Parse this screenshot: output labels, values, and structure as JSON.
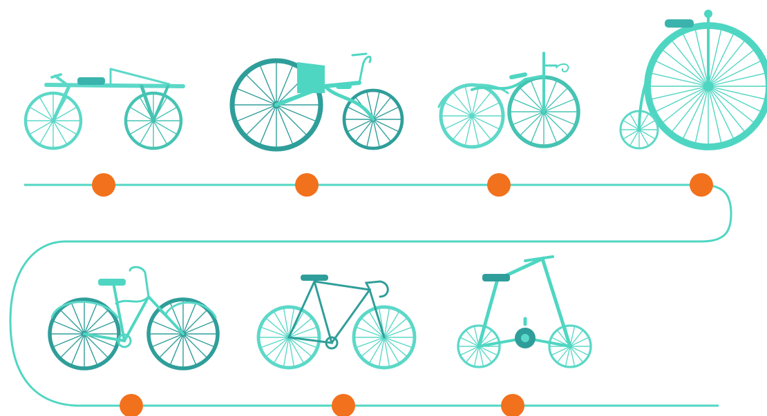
{
  "colors": {
    "line": "#4fd6c2",
    "light": "#5cd8c8",
    "mid": "#46c3b3",
    "dark": "#2f9e9a",
    "milestone": "#f2711c",
    "background": "#ffffff"
  },
  "timeline": {
    "rows": 2,
    "milestones_per_row": [
      4,
      3
    ]
  },
  "bicycles": [
    {
      "kind": "draisine-running-machine-icon"
    },
    {
      "kind": "velocipede-icon"
    },
    {
      "kind": "boneshaker-icon"
    },
    {
      "kind": "penny-farthing-icon"
    },
    {
      "kind": "safety-bicycle-icon"
    },
    {
      "kind": "road-bicycle-icon"
    },
    {
      "kind": "folding-strida-bicycle-icon"
    }
  ]
}
